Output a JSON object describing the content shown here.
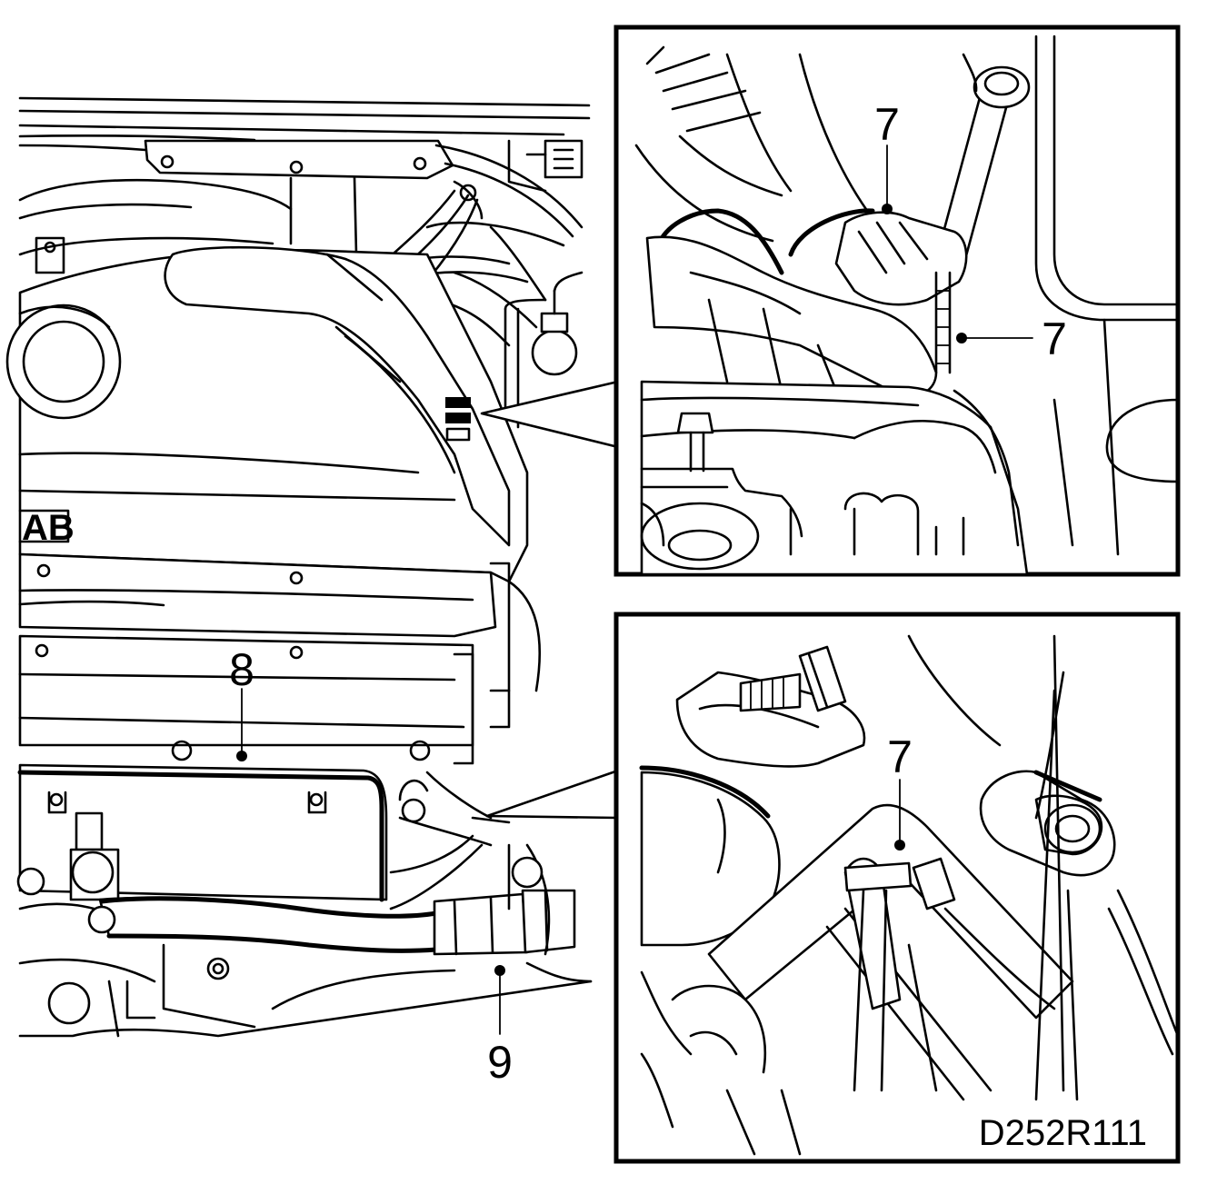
{
  "callouts": {
    "inset1_top": "7",
    "inset1_right": "7",
    "inset2": "7",
    "main_cover": "8",
    "main_hose": "9"
  },
  "figure_code": "D252R111",
  "logo_text": "AB"
}
